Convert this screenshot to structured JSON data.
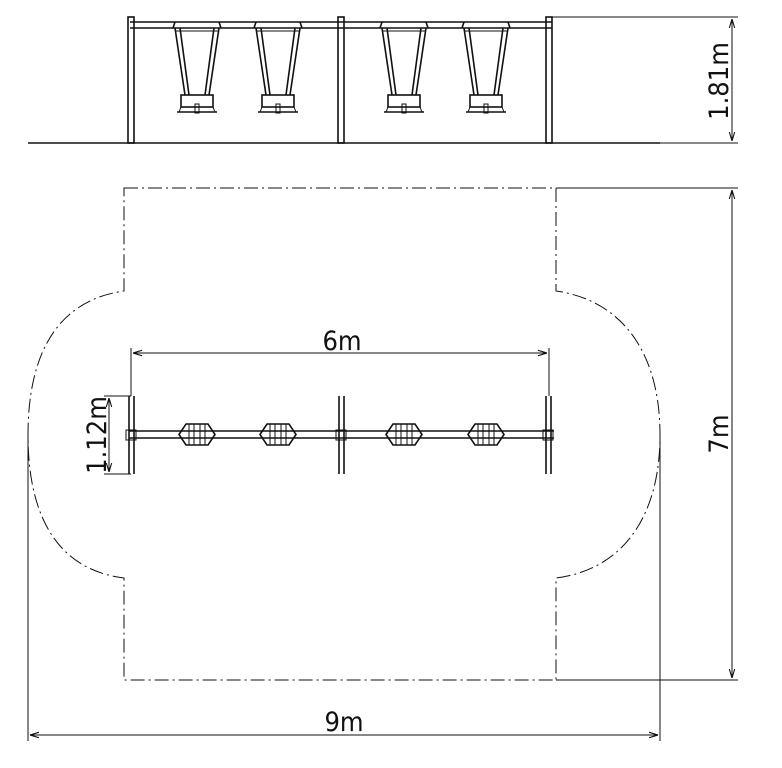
{
  "dimensions": {
    "height_label": "1.81m",
    "depth_label": "7m",
    "width_label": "9m",
    "span_label": "6m",
    "frame_depth_label": "1.12m"
  },
  "swing_seat_count": 4,
  "frame_post_count": 3
}
